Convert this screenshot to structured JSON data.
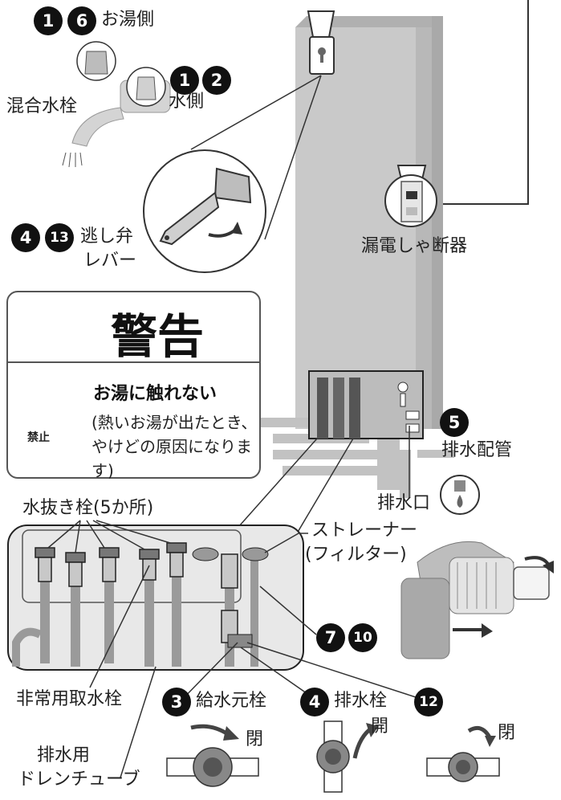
{
  "faucet": {
    "label": "混合水栓",
    "hot_side": {
      "badges": [
        "1",
        "6"
      ],
      "label": "お湯側"
    },
    "water_side": {
      "badges": [
        "1",
        "2"
      ],
      "label": "水側"
    }
  },
  "relief_valve": {
    "badges": [
      "4",
      "13"
    ],
    "label_line1": "逃し弁",
    "label_line2": "レバー"
  },
  "breaker": {
    "label": "漏電しゃ断器"
  },
  "warning": {
    "title": "警告",
    "prohibit_label": "禁止",
    "heading": "お湯に触れない",
    "body": "(熱いお湯が出たとき、やけどの原因になります)"
  },
  "drain_pipe": {
    "badge": "5",
    "label": "排水配管"
  },
  "drain_outlet": {
    "label": "排水口"
  },
  "water_drain_plugs": {
    "label": "水抜き栓(5か所)"
  },
  "strainer": {
    "label_line1": "ストレーナー",
    "label_line2": "(フィルター)"
  },
  "strainer_badges": [
    "7",
    "10"
  ],
  "emergency_tap": {
    "label": "非常用取水栓"
  },
  "supply_valve": {
    "badge": "3",
    "label": "給水元栓",
    "state": "閉"
  },
  "drain_plug": {
    "badge": "4",
    "label": "排水栓",
    "state": "開"
  },
  "valve_12": {
    "badge": "12",
    "state": "閉"
  },
  "drain_hose": {
    "label_line1": "排水用",
    "label_line2": "ドレンチューブ"
  },
  "colors": {
    "unit_body": "#c9c9c9",
    "unit_shadow": "#b3b3b3",
    "badge": "#111111",
    "line": "#333333"
  }
}
